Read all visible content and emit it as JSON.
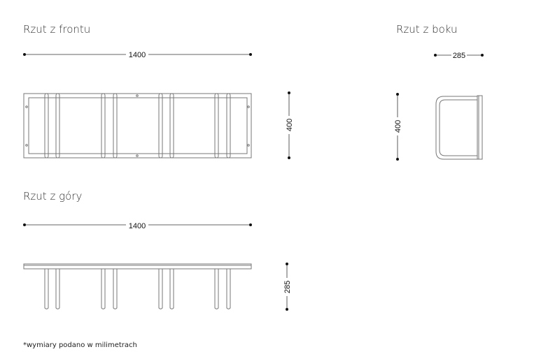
{
  "views": {
    "front": {
      "title": "Rzut z frontu",
      "width_label": "1400",
      "height_label": "400"
    },
    "side": {
      "title": "Rzut z boku",
      "depth_label": "285",
      "height_label": "400"
    },
    "top": {
      "title": "Rzut z góry",
      "width_label": "1400",
      "depth_label": "285"
    }
  },
  "footnote": "*wymiary podano w milimetrach",
  "colors": {
    "line": "#777777",
    "dimension": "#111111"
  }
}
